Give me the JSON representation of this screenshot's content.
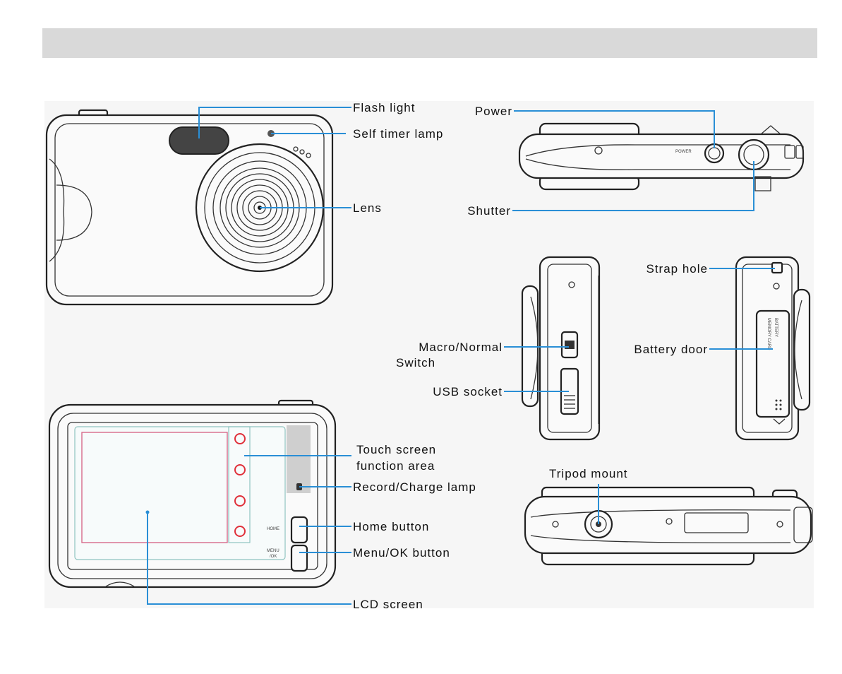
{
  "labels": {
    "flash_light": "Flash light",
    "self_timer_lamp": "Self timer lamp",
    "lens": "Lens",
    "power": "Power",
    "shutter": "Shutter",
    "strap_hole": "Strap hole",
    "macro_normal_1": "Macro/Normal",
    "macro_normal_2": "Switch",
    "battery_door": "Battery door",
    "usb_socket": "USB socket",
    "touch_screen_1": "Touch screen",
    "touch_screen_2": "function area",
    "record_charge_lamp": "Record/Charge lamp",
    "tripod_mount": "Tripod mount",
    "home_button": "Home button",
    "menu_ok_button": "Menu/OK button",
    "lcd_screen": "LCD screen"
  },
  "markings": {
    "power": "POWER",
    "home": "HOME",
    "menu_1": "MENU",
    "menu_2": "/OK",
    "battery": "BATTERY",
    "memory_card": "MEMORY CARD"
  },
  "colors": {
    "leader_line": "#2a8fd6",
    "touch_circle": "#e0303a",
    "lcd_outline": "#d86a8a",
    "header_bar": "#d9d9d9"
  }
}
